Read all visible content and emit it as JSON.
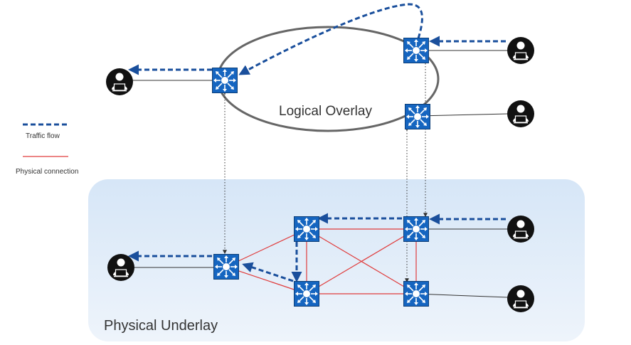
{
  "labels": {
    "overlay": "Logical Overlay",
    "underlay": "Physical Underlay"
  },
  "legend": {
    "traffic_flow": "Traffic flow",
    "physical_connection": "Physical connection"
  },
  "colors": {
    "switch_fill": "#1565c0",
    "switch_border": "#0d3f78",
    "traffic_flow": "#1a4f9c",
    "physical_connection": "#e03c3c",
    "underlay_region": "#e2edf9",
    "overlay_ellipse": "#666666",
    "endpoint": "#111111"
  },
  "icons": {
    "switch": "network-switch-icon",
    "endpoint": "user-laptop-icon"
  }
}
